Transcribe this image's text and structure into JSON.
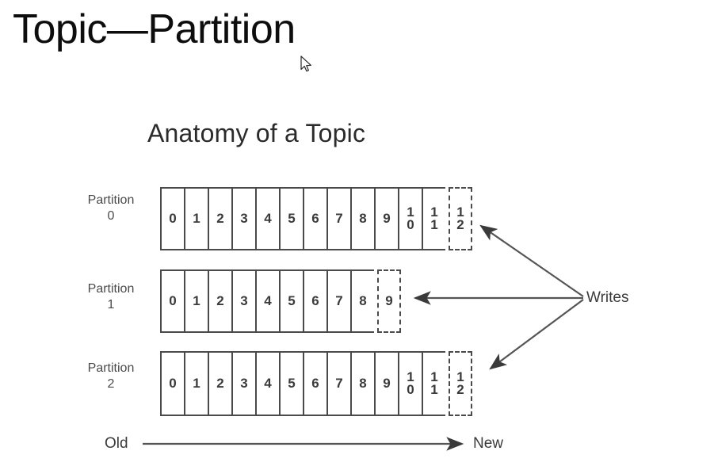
{
  "slide": {
    "title": "Topic—Partition",
    "cursor_icon": "mouse-pointer-icon"
  },
  "diagram": {
    "title": "Anatomy of a Topic",
    "writes_label": "Writes",
    "timeline": {
      "old_label": "Old",
      "new_label": "New",
      "arrow_icon": "right-arrow-icon"
    },
    "partitions": [
      {
        "label": "Partition\n0",
        "name": "Partition 0",
        "committed_offsets": [
          "0",
          "1",
          "2",
          "3",
          "4",
          "5",
          "6",
          "7",
          "8",
          "9",
          "10",
          "11"
        ],
        "pending_offset": "12"
      },
      {
        "label": "Partition\n1",
        "name": "Partition 1",
        "committed_offsets": [
          "0",
          "1",
          "2",
          "3",
          "4",
          "5",
          "6",
          "7",
          "8"
        ],
        "pending_offset": "9"
      },
      {
        "label": "Partition\n2",
        "name": "Partition 2",
        "committed_offsets": [
          "0",
          "1",
          "2",
          "3",
          "4",
          "5",
          "6",
          "7",
          "8",
          "9",
          "10",
          "11"
        ],
        "pending_offset": "12"
      }
    ],
    "colors": {
      "cell_border": "#4a4a4a",
      "text": "#3b3b3b",
      "arrow": "#555555",
      "background": "#ffffff"
    }
  }
}
